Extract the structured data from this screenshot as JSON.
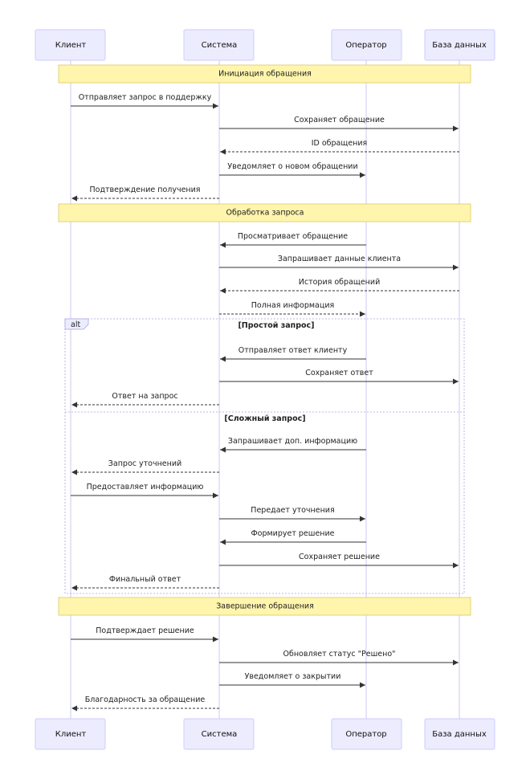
{
  "actors": [
    {
      "id": "client",
      "label": "Клиент"
    },
    {
      "id": "system",
      "label": "Система"
    },
    {
      "id": "operator",
      "label": "Оператор"
    },
    {
      "id": "db",
      "label": "База данных"
    }
  ],
  "notes": [
    {
      "text": "Инициация обращения"
    },
    {
      "text": "Обработка запроса"
    },
    {
      "text": "Завершение обращения"
    }
  ],
  "alt_block": {
    "label": "alt",
    "conditions": [
      "[Простой запрос]",
      "[Сложный запрос]"
    ]
  },
  "messages": [
    {
      "from": "client",
      "to": "system",
      "text": "Отправляет запрос в поддержку",
      "dashed": false
    },
    {
      "from": "system",
      "to": "db",
      "text": "Сохраняет обращение",
      "dashed": false
    },
    {
      "from": "db",
      "to": "system",
      "text": "ID обращения",
      "dashed": true
    },
    {
      "from": "system",
      "to": "operator",
      "text": "Уведомляет о новом обращении",
      "dashed": false
    },
    {
      "from": "system",
      "to": "client",
      "text": "Подтверждение получения",
      "dashed": true
    },
    {
      "from": "operator",
      "to": "system",
      "text": "Просматривает обращение",
      "dashed": false
    },
    {
      "from": "system",
      "to": "db",
      "text": "Запрашивает данные клиента",
      "dashed": false
    },
    {
      "from": "db",
      "to": "system",
      "text": "История обращений",
      "dashed": true
    },
    {
      "from": "system",
      "to": "operator",
      "text": "Полная информация",
      "dashed": true
    },
    {
      "from": "operator",
      "to": "system",
      "text": "Отправляет ответ клиенту",
      "dashed": false
    },
    {
      "from": "system",
      "to": "db",
      "text": "Сохраняет ответ",
      "dashed": false
    },
    {
      "from": "system",
      "to": "client",
      "text": "Ответ на запрос",
      "dashed": true
    },
    {
      "from": "operator",
      "to": "system",
      "text": "Запрашивает доп. информацию",
      "dashed": false
    },
    {
      "from": "system",
      "to": "client",
      "text": "Запрос уточнений",
      "dashed": true
    },
    {
      "from": "client",
      "to": "system",
      "text": "Предоставляет информацию",
      "dashed": false
    },
    {
      "from": "system",
      "to": "operator",
      "text": "Передает уточнения",
      "dashed": false
    },
    {
      "from": "operator",
      "to": "system",
      "text": "Формирует решение",
      "dashed": false
    },
    {
      "from": "system",
      "to": "db",
      "text": "Сохраняет решение",
      "dashed": false
    },
    {
      "from": "system",
      "to": "client",
      "text": "Финальный ответ",
      "dashed": true
    },
    {
      "from": "client",
      "to": "system",
      "text": "Подтверждает решение",
      "dashed": false
    },
    {
      "from": "system",
      "to": "db",
      "text": "Обновляет статус \"Решено\"",
      "dashed": false
    },
    {
      "from": "system",
      "to": "operator",
      "text": "Уведомляет о закрытии",
      "dashed": false
    },
    {
      "from": "system",
      "to": "client",
      "text": "Благодарность за обращение",
      "dashed": true
    }
  ]
}
